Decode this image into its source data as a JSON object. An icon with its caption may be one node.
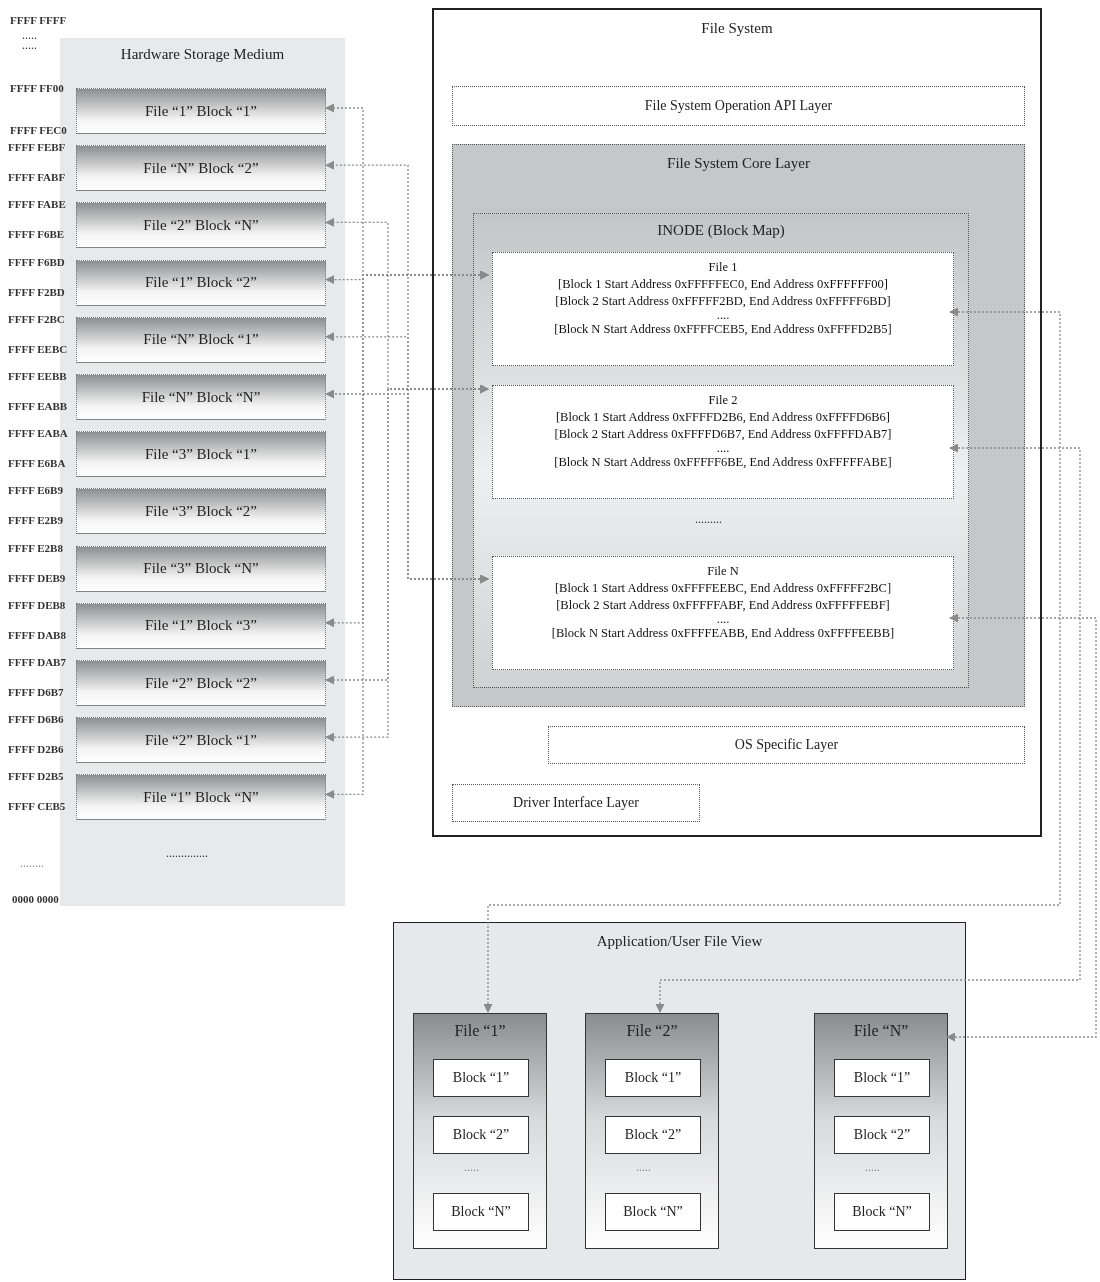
{
  "diagram": {
    "nodes": [
      {
        "text": [
          "Hardware Storage Medium"
        ]
      },
      {
        "text": [
          "File “1” Block “1”"
        ],
        "in": 0
      },
      {
        "text": [
          "File “N” Block “2”"
        ],
        "in": 0
      },
      {
        "text": [
          "File “2” Block “N”"
        ],
        "in": 0
      },
      {
        "text": [
          "File “1” Block “2”"
        ],
        "in": 0
      },
      {
        "text": [
          "File “N” Block “1”"
        ],
        "in": 0
      },
      {
        "text": [
          "File “N” Block “N”"
        ],
        "in": 0
      },
      {
        "text": [
          "File “3” Block “1”"
        ],
        "in": 0
      },
      {
        "text": [
          "File “3” Block “2”"
        ],
        "in": 0
      },
      {
        "text": [
          "File “3” Block “N”"
        ],
        "in": 0
      },
      {
        "text": [
          "File “1” Block “3”"
        ],
        "in": 0
      },
      {
        "text": [
          "File “2” Block “2”"
        ],
        "in": 0
      },
      {
        "text": [
          "File “2” Block “1”"
        ],
        "in": 0
      },
      {
        "text": [
          "File “1” Block “N”"
        ],
        "in": 0
      },
      {
        "text": [
          "File System"
        ]
      },
      {
        "text": [
          "File System Operation API Layer"
        ],
        "in": 14
      },
      {
        "text": [
          "File System Core Layer"
        ],
        "in": 14
      },
      {
        "text": [
          "INODE (Block Map)"
        ],
        "in": 16
      },
      {
        "text": [
          "File 1",
          "[Block 1 Start Address 0xFFFFFEC0, End Address 0xFFFFFF00]",
          "[Block 2 Start Address 0xFFFFF2BD, End Address 0xFFFFF6BD]",
          "....",
          "[Block N Start Address 0xFFFFCEB5, End Address 0xFFFFD2B5]"
        ],
        "in": 17
      },
      {
        "text": [
          "File 2",
          "[Block 1 Start Address 0xFFFFD2B6, End Address 0xFFFFD6B6]",
          "[Block 2 Start Address 0xFFFFD6B7, End Address 0xFFFFDAB7]",
          "....",
          "[Block N Start Address 0xFFFFF6BE, End Address 0xFFFFFABE]"
        ],
        "in": 17
      },
      {
        "text": [
          "File N",
          "[Block 1 Start Address 0xFFFFEEBC, End Address 0xFFFFF2BC]",
          "[Block 2 Start Address 0xFFFFFABF, End Address 0xFFFFFEBF]",
          "....",
          "[Block N Start Address 0xFFFFEABB, End Address 0xFFFFEEBB]"
        ],
        "in": 17
      },
      {
        "text": [
          "OS Specific Layer"
        ],
        "in": 14
      },
      {
        "text": [
          "Driver Interface Layer"
        ],
        "in": 14
      },
      {
        "text": [
          "Application/User File View"
        ]
      },
      {
        "text": [
          "File “1”"
        ],
        "in": 23
      },
      {
        "text": [
          "Block “1”"
        ],
        "in": 24
      },
      {
        "text": [
          "Block “2”"
        ],
        "in": 24
      },
      {
        "text": [
          "Block “N”"
        ],
        "in": 24
      },
      {
        "text": [
          "File “2”"
        ],
        "in": 23
      },
      {
        "text": [
          "Block “1”"
        ],
        "in": 28
      },
      {
        "text": [
          "Block “2”"
        ],
        "in": 28
      },
      {
        "text": [
          "Block “N”"
        ],
        "in": 28
      },
      {
        "text": [
          "File “N”"
        ],
        "in": 23
      },
      {
        "text": [
          "Block “1”"
        ],
        "in": 32
      },
      {
        "text": [
          "Block “2”"
        ],
        "in": 32
      },
      {
        "text": [
          "Block “N”"
        ],
        "in": 32
      }
    ],
    "edges": [
      {
        "from": 18,
        "to": 1,
        "arrow": "both"
      },
      {
        "from": 18,
        "to": 4,
        "arrow": "both"
      },
      {
        "from": 18,
        "to": 10,
        "arrow": "both"
      },
      {
        "from": 18,
        "to": 13,
        "arrow": "both"
      },
      {
        "from": 19,
        "to": 3,
        "arrow": "both"
      },
      {
        "from": 19,
        "to": 11,
        "arrow": "both"
      },
      {
        "from": 19,
        "to": 12,
        "arrow": "both"
      },
      {
        "from": 20,
        "to": 2,
        "arrow": "both"
      },
      {
        "from": 20,
        "to": 5,
        "arrow": "both"
      },
      {
        "from": 20,
        "to": 6,
        "arrow": "both"
      },
      {
        "from": 18,
        "to": 24,
        "arrow": "both"
      },
      {
        "from": 19,
        "to": 28,
        "arrow": "both"
      },
      {
        "from": 20,
        "to": 32,
        "arrow": "both"
      }
    ],
    "labels": [
      "FFFF FFFF",
      ".....",
      ".....",
      "FFFF FF00",
      "FFFF FEC0",
      "FFFF FEBF",
      "FFFF FABF",
      "FFFF FABE",
      "FFFF F6BE",
      "FFFF F6BD",
      "FFFF F2BD",
      "FFFF F2BC",
      "FFFF EEBC",
      "FFFF EEBB",
      "FFFF EABB",
      "FFFF EABA",
      "FFFF E6BA",
      "FFFF E6B9",
      "FFFF E2B9",
      "FFFF E2B8",
      "FFFF DEB9",
      "FFFF DEB8",
      "FFFF DAB8",
      "FFFF DAB7",
      "FFFF D6B7",
      "FFFF D6B6",
      "FFFF D2B6",
      "FFFF D2B5",
      "FFFF CEB5",
      "........",
      "0000 0000",
      "..............",
      ".........",
      ".....",
      ".....",
      "....."
    ]
  }
}
